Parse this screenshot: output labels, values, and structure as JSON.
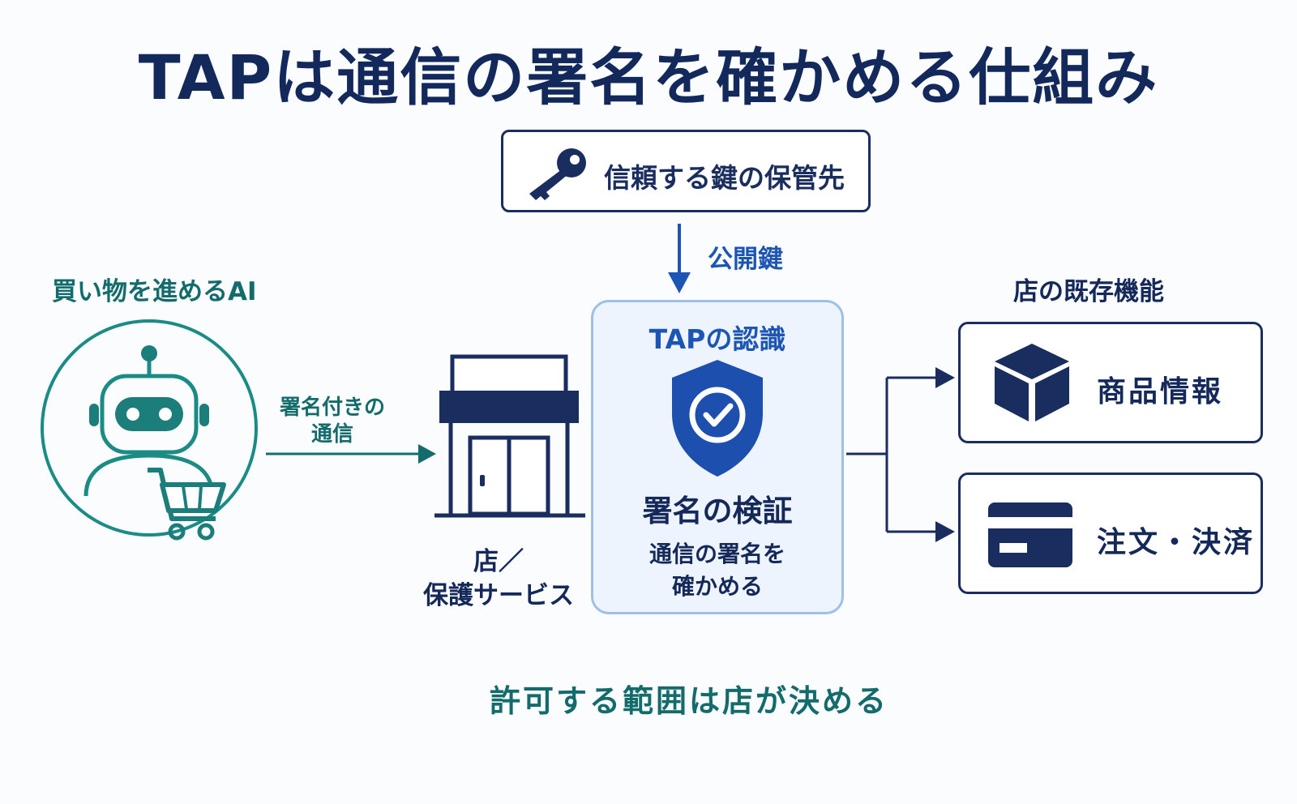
{
  "title": "TAPは通信の署名を確かめる仕組み",
  "trust_store": {
    "label": "信頼する鍵の保管先",
    "icon": "key-icon"
  },
  "public_key_label": "公開鍵",
  "ai": {
    "label": "買い物を進めるAI",
    "icons": [
      "robot-icon",
      "shopping-cart-icon"
    ]
  },
  "signed_request": {
    "line1": "署名付きの",
    "line2": "通信"
  },
  "shop": {
    "line1": "店／",
    "line2": "保護サービス",
    "icon": "storefront-icon"
  },
  "tap": {
    "title": "TAPの認識",
    "verify_title": "署名の検証",
    "verify_line1": "通信の署名を",
    "verify_line2": "確かめる",
    "icon": "shield-check-icon"
  },
  "existing": {
    "label": "店の既存機能",
    "items": [
      {
        "label": "商品情報",
        "icon": "box-icon"
      },
      {
        "label": "注文・決済",
        "icon": "credit-card-icon"
      }
    ]
  },
  "bottom_note": "許可する範囲は店が決める",
  "colors": {
    "navy": "#14285a",
    "teal": "#136b6b",
    "blue": "#1d55b4",
    "panel_bg": "#edf4fd",
    "panel_border": "#9cc0e8"
  }
}
